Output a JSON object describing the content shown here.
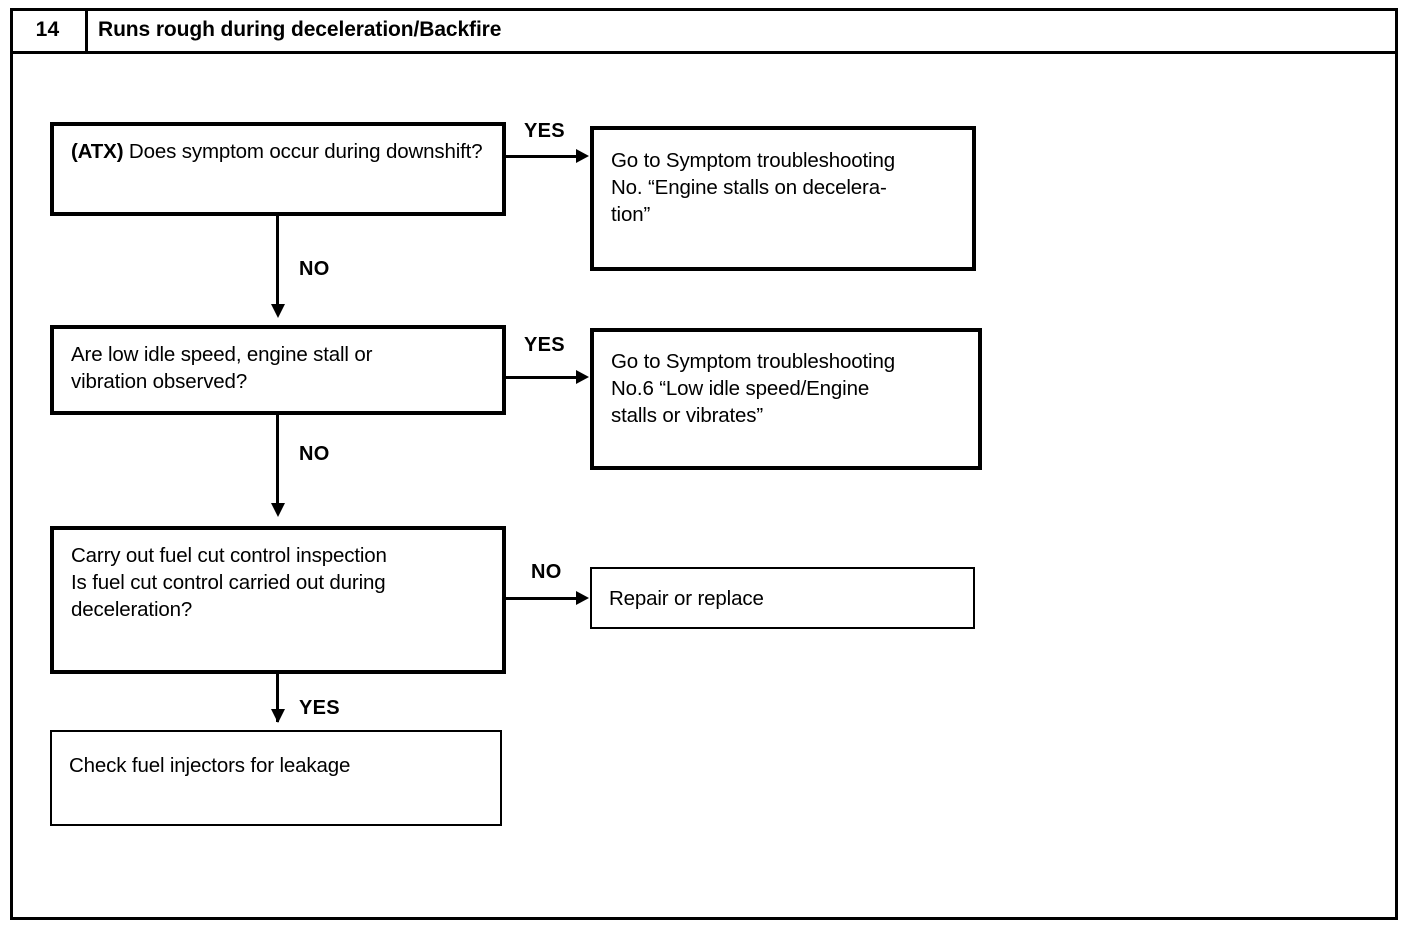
{
  "header": {
    "number": "14",
    "title": "Runs rough during deceleration/Backfire"
  },
  "flow": {
    "nodes": [
      {
        "id": "q1",
        "kind": "decision",
        "bold_prefix": "(ATX)",
        "text": " Does symptom occur during downshift?"
      },
      {
        "id": "a1",
        "kind": "action",
        "text": "Go to Symptom troubleshooting\nNo. “Engine stalls on decelera-\ntion”"
      },
      {
        "id": "q2",
        "kind": "decision",
        "text": "Are low idle speed, engine stall or\nvibration observed?"
      },
      {
        "id": "a2",
        "kind": "action",
        "text": "Go to Symptom troubleshooting\nNo.6 “Low idle speed/Engine\nstalls or vibrates”"
      },
      {
        "id": "q3",
        "kind": "decision",
        "text": "Carry out fuel cut control inspection\nIs fuel cut control carried out during\ndeceleration?"
      },
      {
        "id": "a3",
        "kind": "action",
        "text": "Repair or replace"
      },
      {
        "id": "a4",
        "kind": "action",
        "text": "Check fuel injectors for leakage"
      }
    ],
    "edges": [
      {
        "id": "e1",
        "from": "q1",
        "to": "a1",
        "label": "YES"
      },
      {
        "id": "e2",
        "from": "q1",
        "to": "q2",
        "label": "NO"
      },
      {
        "id": "e3",
        "from": "q2",
        "to": "a2",
        "label": "YES"
      },
      {
        "id": "e4",
        "from": "q2",
        "to": "q3",
        "label": "NO"
      },
      {
        "id": "e5",
        "from": "q3",
        "to": "a3",
        "label": "NO"
      },
      {
        "id": "e6",
        "from": "q3",
        "to": "a4",
        "label": "YES"
      }
    ]
  },
  "colors": {
    "ink": "#000000",
    "paper": "#ffffff"
  }
}
